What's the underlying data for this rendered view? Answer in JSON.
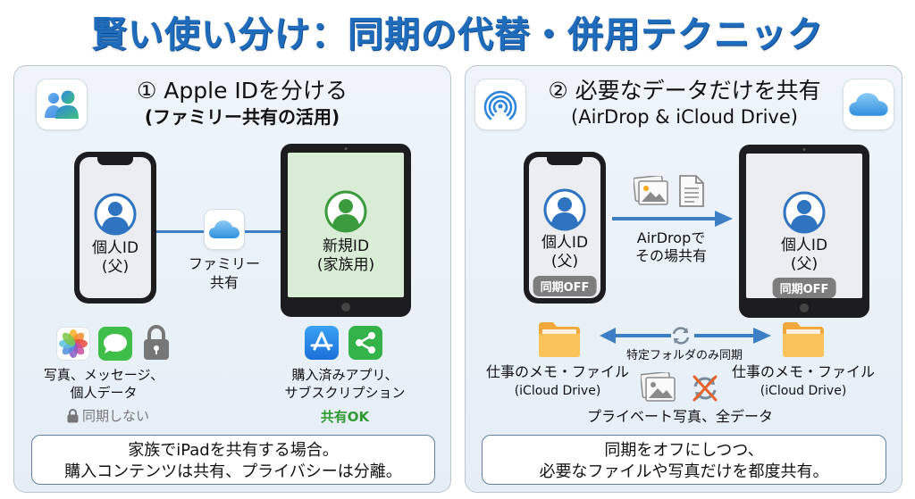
{
  "title": "賢い使い分け：同期の代替・併用テクニック",
  "colors": {
    "title": "#1f6cbc",
    "accent_blue": "#2f74c0",
    "accent_green": "#3b9b3f",
    "ok_green": "#2f9a2f",
    "gray_badge": "#7d7d7d"
  },
  "left_panel": {
    "icon": "family-sharing-icon",
    "heading": "① Apple IDを分ける",
    "subheading": "(ファミリー共有の活用)",
    "phone": {
      "icon": "person-icon",
      "label_line1": "個人ID",
      "label_line2": "(父)"
    },
    "link": {
      "icon": "icloud-icon",
      "label_line1": "ファミリー",
      "label_line2": "共有"
    },
    "tablet": {
      "icon": "person-icon",
      "label_line1": "新規ID",
      "label_line2": "(家族用)"
    },
    "private_items": {
      "icons": [
        "photos-icon",
        "messages-icon",
        "lock-icon"
      ],
      "caption_line1": "写真、メッセージ、",
      "caption_line2": "個人データ",
      "status_icon": "lock-icon",
      "status": "同期しない"
    },
    "shared_items": {
      "icons": [
        "app-store-icon",
        "share-icon"
      ],
      "caption_line1": "購入済みアプリ、",
      "caption_line2": "サブスクリプション",
      "status": "共有OK"
    },
    "summary_line1": "家族でiPadを共有する場合。",
    "summary_line2": "購入コンテンツは共有、プライバシーは分離。"
  },
  "right_panel": {
    "icon_left": "airdrop-icon",
    "icon_right": "icloud-icon",
    "heading": "② 必要なデータだけを共有",
    "subheading": "(AirDrop & iCloud Drive)",
    "phone": {
      "icon": "person-icon",
      "label_line1": "個人ID",
      "label_line2": "(父)",
      "badge": "同期OFF"
    },
    "transfer": {
      "icons": [
        "photo-stack-icon",
        "document-icon"
      ],
      "label_line1": "AirDropで",
      "label_line2": "その場共有"
    },
    "tablet": {
      "icon": "person-icon",
      "label_line1": "個人ID",
      "label_line2": "(父)",
      "badge": "同期OFF"
    },
    "folder_left": {
      "icon": "folder-icon",
      "label_line1": "仕事のメモ・ファイル",
      "label_line2": "(iCloud Drive)"
    },
    "sync_label": "特定フォルダのみ同期",
    "folder_right": {
      "icon": "folder-icon",
      "label_line1": "仕事のメモ・ファイル",
      "label_line2": "(iCloud Drive)"
    },
    "excluded": {
      "icons": [
        "photo-stack-icon",
        "sync-disabled-icon"
      ],
      "label": "プライベート写真、全データ"
    },
    "summary_line1": "同期をオフにしつつ、",
    "summary_line2": "必要なファイルや写真だけを都度共有。"
  }
}
